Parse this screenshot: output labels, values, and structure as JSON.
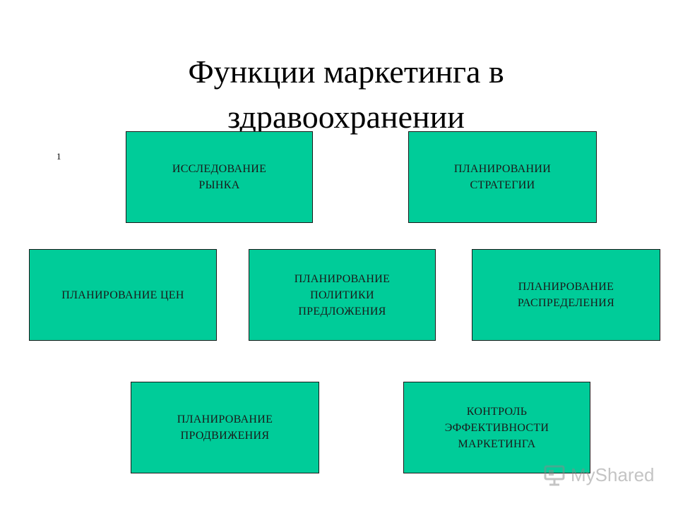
{
  "slide": {
    "title": "Функции маркетинга в здравоохранении",
    "number": "1"
  },
  "boxes": [
    {
      "label": "ИССЛЕДОВАНИЕ\nРЫНКА"
    },
    {
      "label": "ПЛАНИРОВАНИИ\nСТРАТЕГИИ"
    },
    {
      "label": "ПЛАНИРОВАНИЕ ЦЕН"
    },
    {
      "label": "ПЛАНИРОВАНИЕ\nПОЛИТИКИ\nПРЕДЛОЖЕНИЯ"
    },
    {
      "label": "ПЛАНИРОВАНИЕ\nРАСПРЕДЕЛЕНИЯ"
    },
    {
      "label": "ПЛАНИРОВАНИЕ\nПРОДВИЖЕНИЯ"
    },
    {
      "label": "КОНТРОЛЬ\nЭФФЕКТИВНОСТИ\nМАРКЕТИНГА"
    }
  ],
  "watermark": {
    "text": "MyShared",
    "icon": "presentation-board-icon"
  },
  "colors": {
    "box_fill": "#00cc99",
    "box_border": "#1a1a1a",
    "text": "#000000"
  }
}
